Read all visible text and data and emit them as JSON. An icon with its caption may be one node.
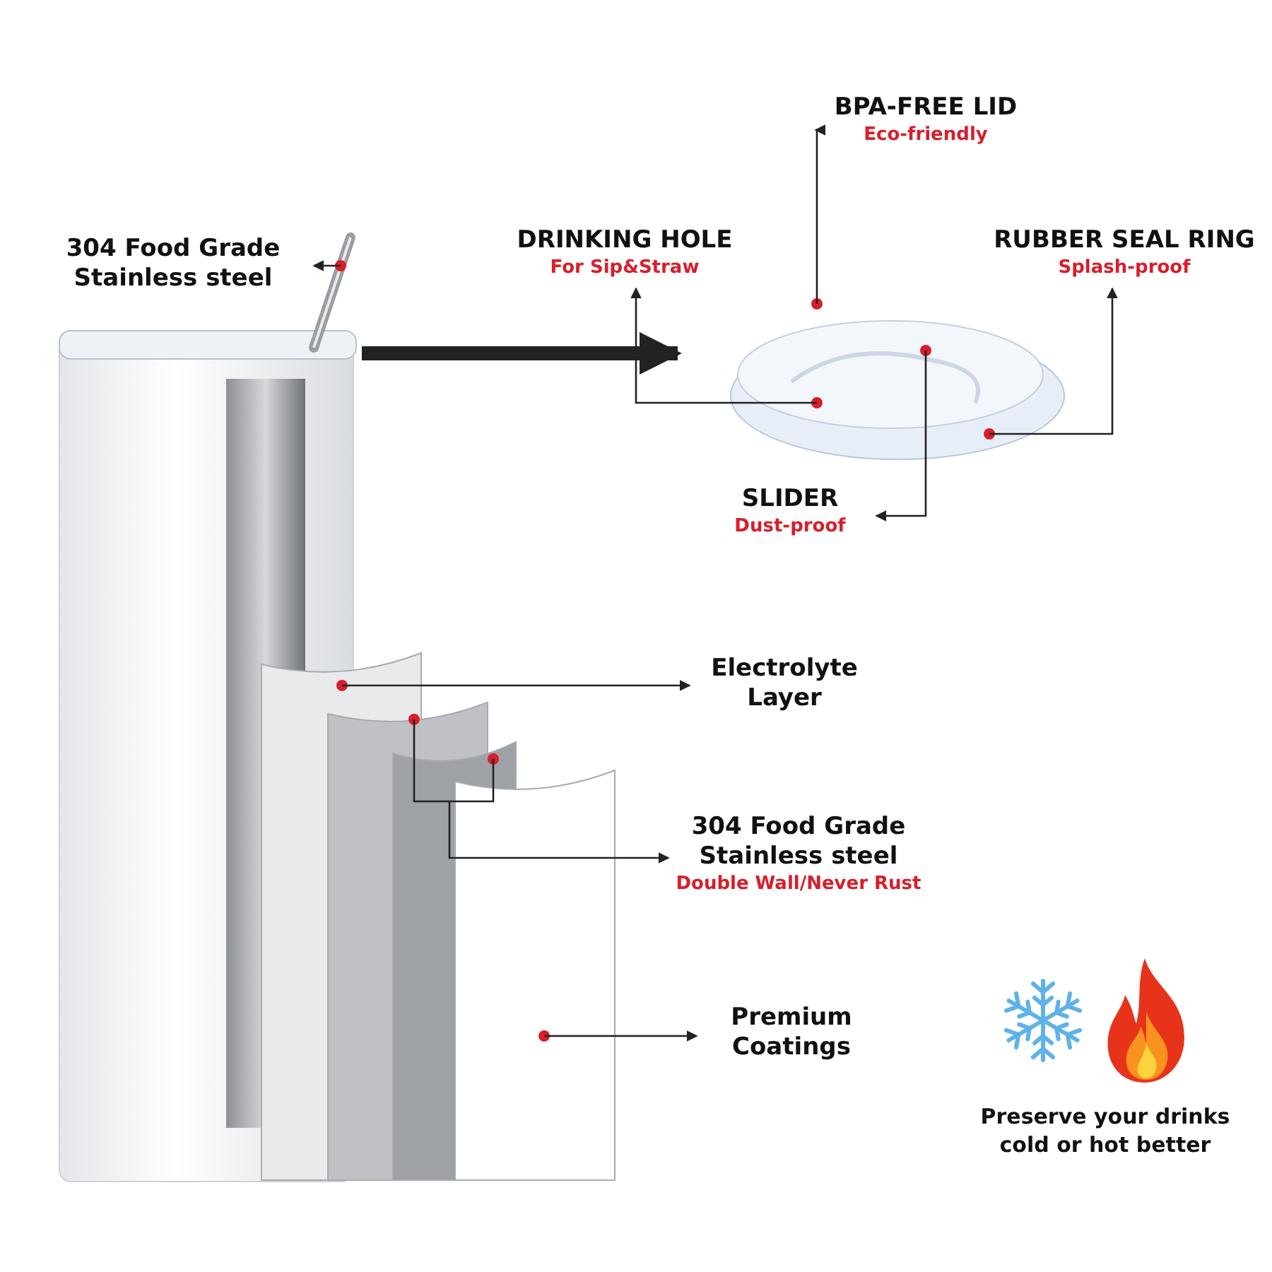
{
  "diagram": {
    "nodes": [
      {
        "text": [
          "304 Food Grade Stainless steel"
        ]
      },
      {
        "text": [],
        "shape": "picture"
      },
      {
        "text": [],
        "shape": "picture"
      },
      {
        "text": [
          "BPA-FREE LID",
          "Eco-friendly"
        ]
      },
      {
        "text": [
          "DRINKING HOLE",
          "For Sip&Straw"
        ]
      },
      {
        "text": [
          "RUBBER SEAL RING",
          "Splash-proof"
        ]
      },
      {
        "text": [
          "SLIDER",
          "Dust-proof"
        ]
      },
      {
        "text": [],
        "shape": "picture"
      },
      {
        "text": [
          "Electrolyte Layer"
        ]
      },
      {
        "text": [
          "304 Food Grade Stainless steel",
          "Double Wall/Never Rust"
        ]
      },
      {
        "text": [
          "Premium Coatings"
        ]
      }
    ],
    "edges": [
      {
        "from": 1,
        "to": 0,
        "arrow": "to"
      },
      {
        "from": 1,
        "to": 2,
        "arrow": "to",
        "style": "thick"
      },
      {
        "from": 2,
        "to": 3,
        "arrow": "to"
      },
      {
        "from": 2,
        "to": 4,
        "arrow": "to"
      },
      {
        "from": 2,
        "to": 5,
        "arrow": "to"
      },
      {
        "from": 2,
        "to": 6,
        "arrow": "to"
      },
      {
        "from": 7,
        "to": 8,
        "arrow": "to"
      },
      {
        "from": 7,
        "to": 9,
        "arrow": "to"
      },
      {
        "from": 7,
        "to": 10,
        "arrow": "to"
      }
    ],
    "labels": [
      "Preserve your drinks cold or hot better"
    ]
  }
}
